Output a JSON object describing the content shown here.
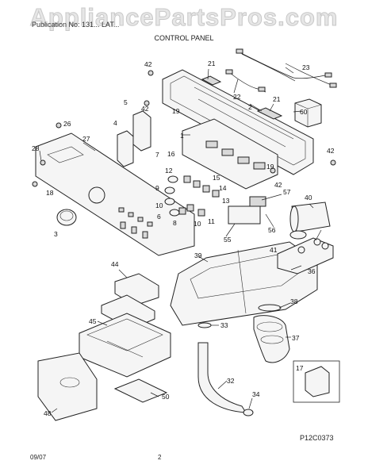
{
  "watermark": "AppliancePartsPros.com",
  "header_line": "Publication No: 131... LAT...",
  "title": "CONTROL PANEL",
  "footer_date": "09/07",
  "footer_page": "2",
  "figure_code": "P12C0373",
  "callouts": {
    "c1": "1",
    "c2": "2",
    "c3": "3",
    "c4": "4",
    "c5": "5",
    "c6": "6",
    "c7": "7",
    "c8": "8",
    "c9": "9",
    "c10": "10",
    "c11": "11",
    "c12": "12",
    "c13": "13",
    "c14": "14",
    "c15": "15",
    "c16": "16",
    "c17": "17",
    "c18": "18",
    "c19": "19",
    "c21a": "21",
    "c21b": "21",
    "c22": "22",
    "c23": "23",
    "c26": "26",
    "c27": "27",
    "c28": "28",
    "c32": "32",
    "c33": "33",
    "c34": "34",
    "c36": "36",
    "c37": "37",
    "c38": "38",
    "c39": "39",
    "c40": "40",
    "c41": "41",
    "c42a": "42",
    "c42b": "42",
    "c42c": "42",
    "c42d": "42",
    "c44": "44",
    "c45": "45",
    "c48": "48",
    "c50": "50",
    "c55": "55",
    "c56": "56",
    "c57": "57",
    "c60": "60"
  }
}
